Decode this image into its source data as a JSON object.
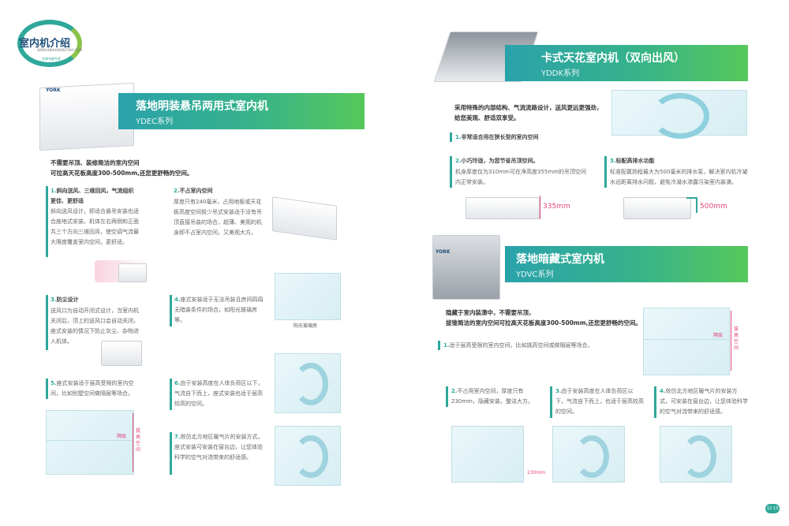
{
  "header": {
    "section_title": "室内机介绍",
    "site_url": "WWW.ANHUIKONGTIAO.COM",
    "site_sub": "空调节能专家"
  },
  "left": {
    "banner": {
      "title": "落地明装悬吊两用式室内机",
      "series": "YDEC系列"
    },
    "intro": [
      "不需要吊顶、装修简洁的室内空间",
      "可拉高天花板高度300-500mm,还您更舒畅的空间。"
    ],
    "features": [
      {
        "num": "1.",
        "title": "斜向送风、三维回风，气流组织更佳、更舒适",
        "text": "斜向送风设计，即适合悬吊安装也适合座地式安装，机体左右两侧和正面共三个方向三维回风，使空调气流最大限度覆盖室内空间，更舒适。"
      },
      {
        "num": "2.",
        "title": "不占室内空间",
        "text": "厚度只有240毫米，占用地板或天花板高度空间极少吊式安装适于没有吊顶直接吊装的场合，超薄、美观的机身即不占室内空间，又美观大方。"
      },
      {
        "num": "3.",
        "title": "防尘设计",
        "text": "送风口为自动开闭式设计，当室内机关闭后，顶上的送风口会自动关闭，座式安装的情况下防止灰尘、杂物进入机体。"
      },
      {
        "num": "4.",
        "title": "",
        "text": "座式安装适于无法吊装且房间四周无暗装条件的场合，如阳光玻璃房等。"
      },
      {
        "num": "5.",
        "title": "",
        "text": "座式安装适于层高受限的室内空间，比如别墅空间做隔层等场合。"
      },
      {
        "num": "6.",
        "title": "",
        "text": "由于安装高度在人体负荷区以下，气流自下而上，座式安装也适于层高较高的空间。"
      },
      {
        "num": "7.",
        "title": "",
        "text": "效仿北方地区暖气片的安装方式，座式安装可安装在窗台边，让您体验科学的空气对流带来的舒适感。"
      }
    ],
    "label_sunroom": "阳光玻璃房",
    "label_floor": "隔层",
    "label_space": "拔高空间"
  },
  "right": {
    "banner1": {
      "title": "卡式天花室内机（双向出风）",
      "series": "YDDK系列"
    },
    "intro1": [
      "采用特殊的内部结构、气流流路设计，送风更远更强劲，",
      "给您美观、舒适双享受。"
    ],
    "f1": {
      "num": "1.",
      "text": "非常适合用在狭长型的室内空间"
    },
    "f2": {
      "num": "2.",
      "title": "小巧玲珑，为您节省吊顶空间。",
      "text": "机身厚度仅为310mm可在净高度355mm的吊顶空间内正常安装。"
    },
    "f3": {
      "num": "3.",
      "title": "标配高排水功能",
      "text": "标准配置扬程最大为500毫米的排水泵，解决室内机冷凝水远距离排水问题，避免冷凝水渗露污染室内装潢。"
    },
    "dim1": "335mm",
    "dim2": "500mm",
    "banner2": {
      "title": "落地暗藏式室内机",
      "series": "YDVC系列"
    },
    "intro2": [
      "隐藏于室内装潢中，不需要吊顶，",
      "拔锥简洁的室内空间可拉高天花板高度300-500mm,还您更舒畅的空间。"
    ],
    "g1": {
      "num": "1.",
      "text": "适于层高受限的室内空间，比如挑高空间或做隔层等场合。"
    },
    "g2": {
      "num": "2.",
      "text": "不占用室内空间，厚度只有230mm，隐藏安装，整洁大方。"
    },
    "g3": {
      "num": "3.",
      "text": "由于安装高度在人体负荷区以下，气流自下而上，也适于层高较高的空间。"
    },
    "g4": {
      "num": "4.",
      "text": "效仿北方地区暖气片的安装方式，可安装在窗台边，让您体验科学的空气对流带来的舒适感。"
    },
    "label_floor": "隔层",
    "label_space": "拔高空间",
    "dim3": "230mm",
    "brand": "YORK"
  },
  "page_number": "12 13"
}
